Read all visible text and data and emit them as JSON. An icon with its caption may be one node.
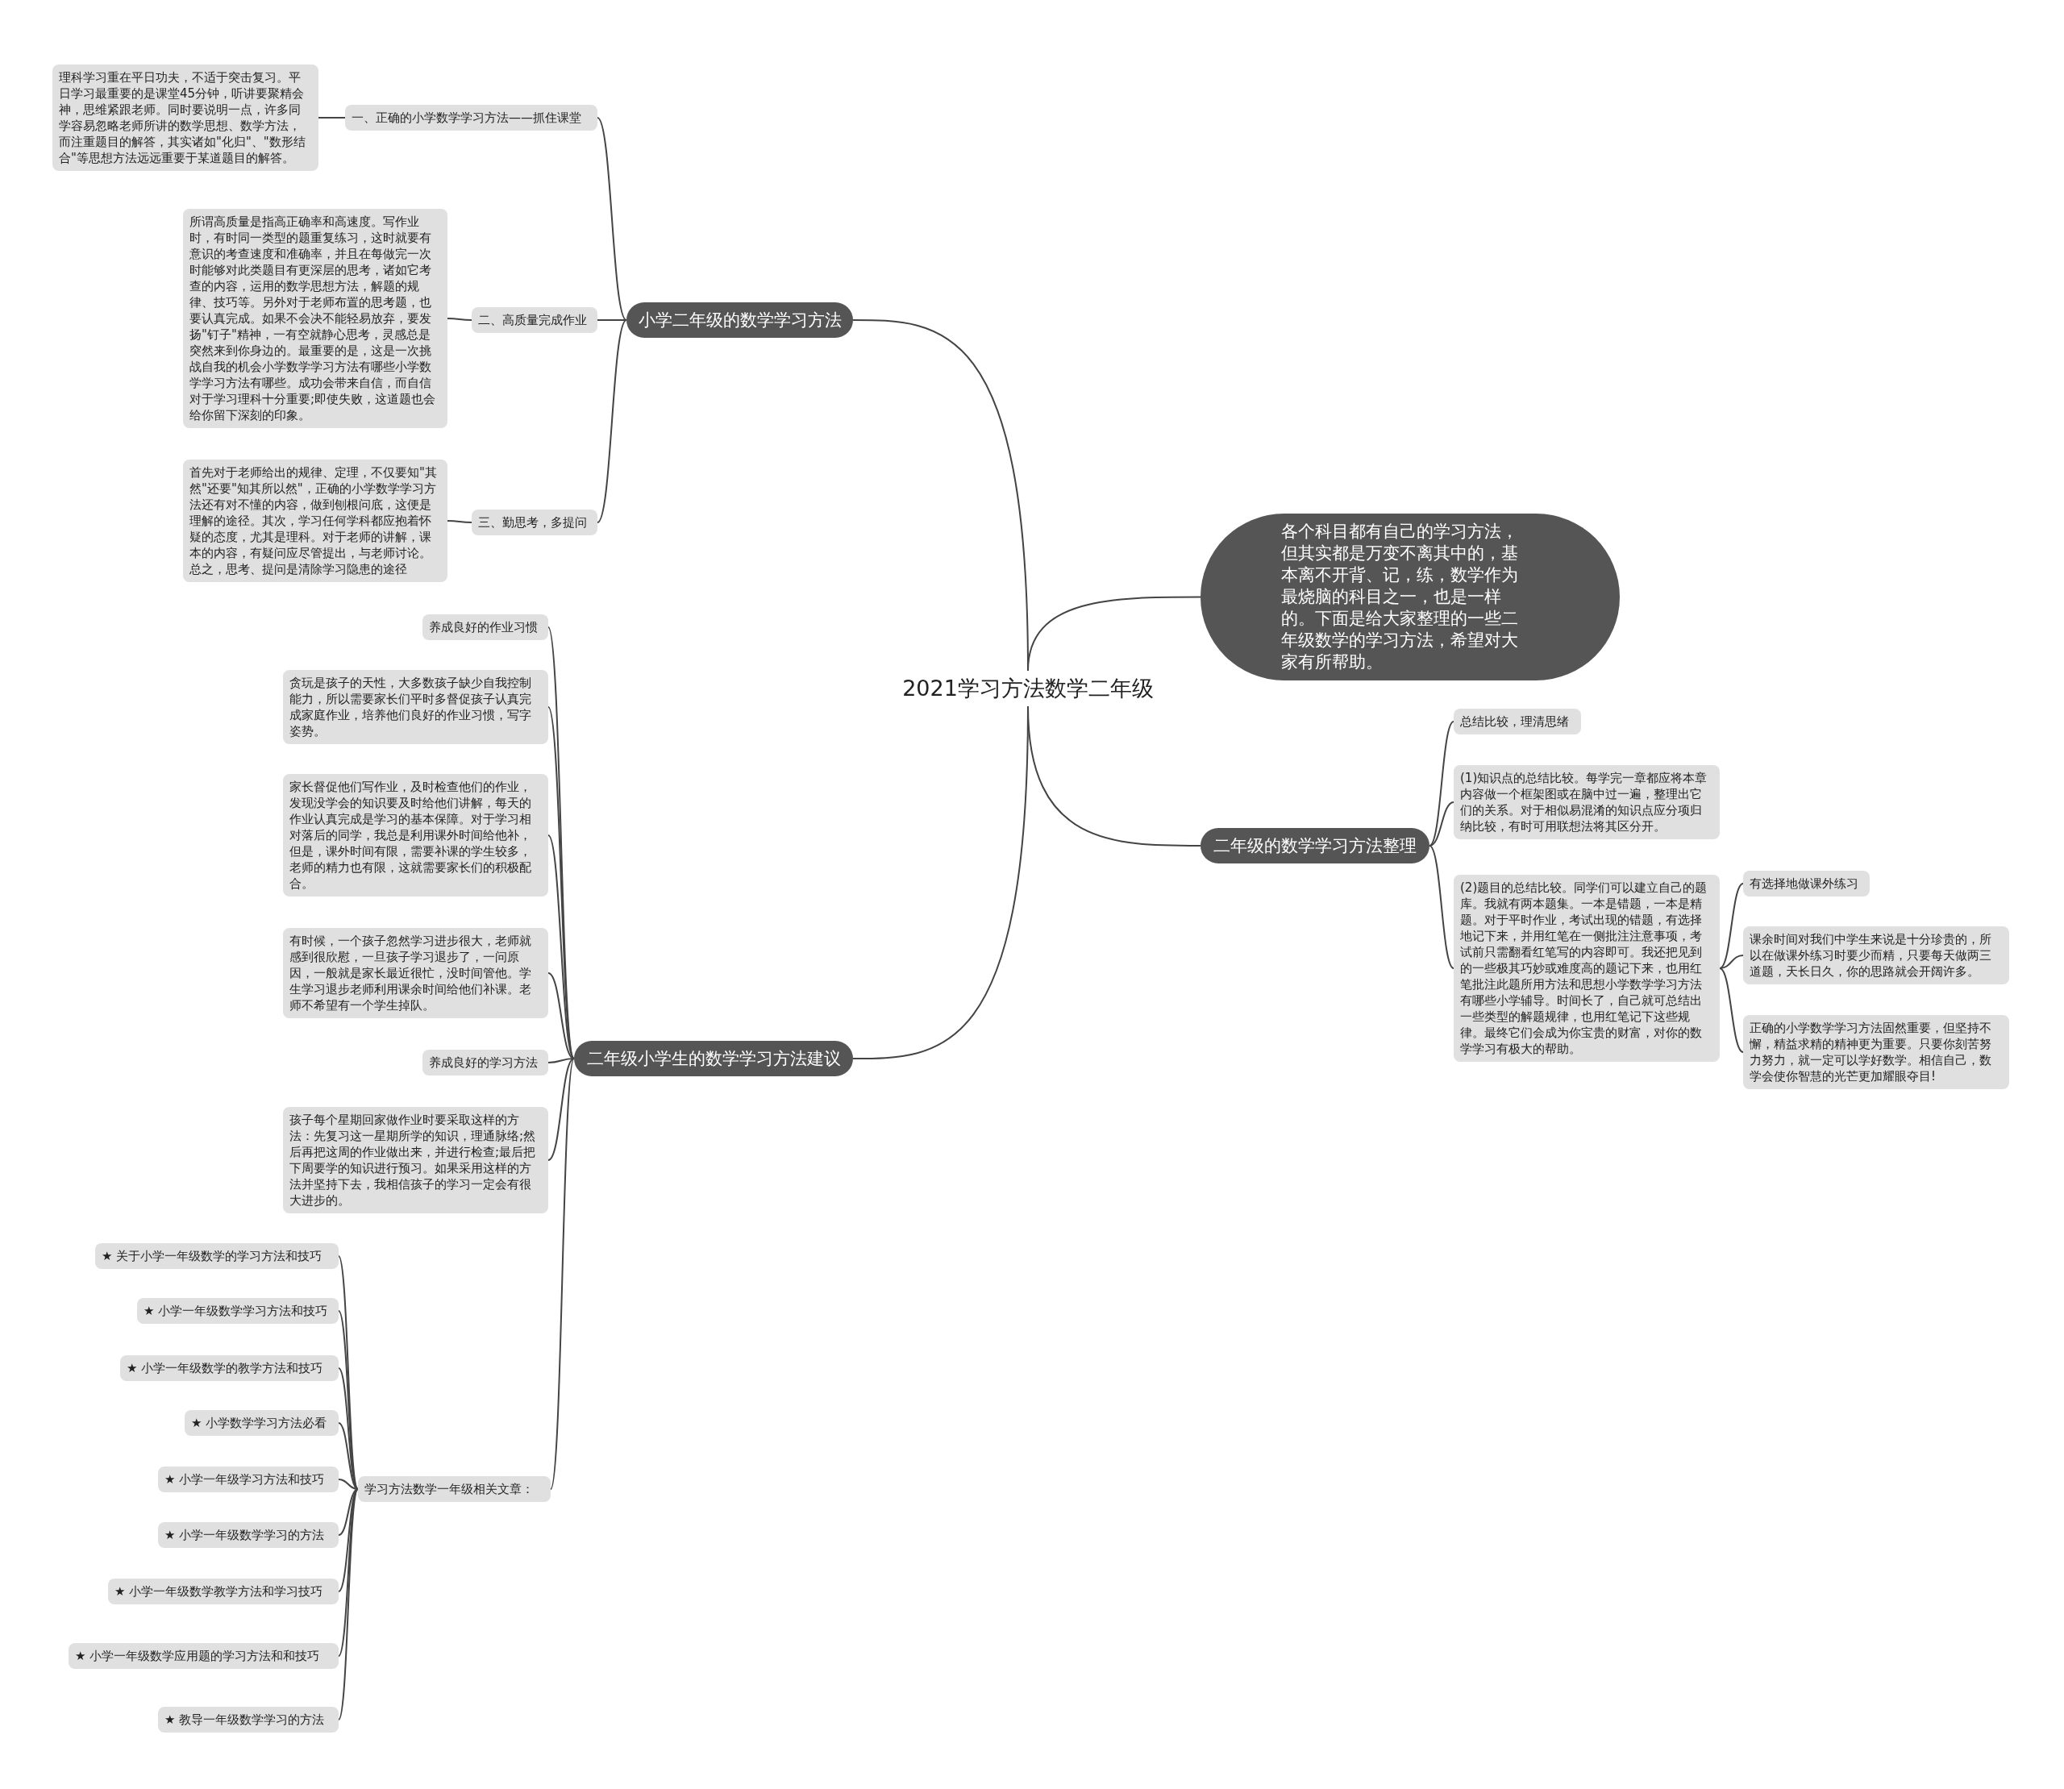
{
  "diagram": {
    "nodes": [
      {
        "text": [
          "2021学习方法数学二年级"
        ]
      },
      {
        "text": [
          "小学二年级的数学学习方法"
        ]
      },
      {
        "text": [
          "一、正确的小学数学学习方法——抓住课堂"
        ]
      },
      {
        "text": [
          "理科学习重在平日功夫，不适于突击复习。平日学习最重要的是课堂45分钟，听讲要聚精会神，思维紧跟老师。同时要说明一点，许多同学容易忽略老师所讲的数学思想、数学方法，而注重题目的解答，其实诸如\"化归\"、\"数形结合\"等思想方法远远重要于某道题目的解答。"
        ]
      },
      {
        "text": [
          "二、高质量完成作业"
        ]
      },
      {
        "text": [
          "所谓高质量是指高正确率和高速度。写作业时，有时同一类型的题重复练习，这时就要有意识的考查速度和准确率，并且在每做完一次时能够对此类题目有更深层的思考，诸如它考查的内容，运用的数学思想方法，解题的规律、技巧等。另外对于老师布置的思考题，也要认真完成。如果不会决不能轻易放弃，要发扬\"钉子\"精神，一有空就静心思考，灵感总是突然来到你身边的。最重要的是，这是一次挑战自我的机会小学数学学习方法有哪些小学数学学习方法有哪些。成功会带来自信，而自信对于学习理科十分重要;即使失败，这道题也会给你留下深刻的印象。"
        ]
      },
      {
        "text": [
          "三、勤思考，多提问"
        ]
      },
      {
        "text": [
          "首先对于老师给出的规律、定理，不仅要知\"其然\"还要\"知其所以然\"，正确的小学数学学习方法还有对不懂的内容，做到刨根问底，这便是理解的途径。其次，学习任何学科都应抱着怀疑的态度，尤其是理科。对于老师的讲解，课本的内容，有疑问应尽管提出，与老师讨论。总之，思考、提问是清除学习隐患的途径"
        ]
      },
      {
        "text": [
          "二年级小学生的数学学习方法建议"
        ]
      },
      {
        "text": [
          "养成良好的作业习惯"
        ]
      },
      {
        "text": [
          "贪玩是孩子的天性，大多数孩子缺少自我控制能力，所以需要家长们平时多督促孩子认真完成家庭作业，培养他们良好的作业习惯，写字姿势。"
        ]
      },
      {
        "text": [
          "家长督促他们写作业，及时检查他们的作业，发现没学会的知识要及时给他们讲解，每天的作业认真完成是学习的基本保障。对于学习相对落后的同学，我总是利用课外时间给他补，但是，课外时间有限，需要补课的学生较多，老师的精力也有限，这就需要家长们的积极配合。"
        ]
      },
      {
        "text": [
          "有时候，一个孩子忽然学习进步很大，老师就感到很欣慰，一旦孩子学习退步了，一问原因，一般就是家长最近很忙，没时间管他。学生学习退步老师利用课余时间给他们补课。老师不希望有一个学生掉队。"
        ]
      },
      {
        "text": [
          "养成良好的学习方法"
        ]
      },
      {
        "text": [
          "孩子每个星期回家做作业时要采取这样的方法：先复习这一星期所学的知识，理通脉络;然后再把这周的作业做出来，并进行检查;最后把下周要学的知识进行预习。如果采用这样的方法并坚持下去，我相信孩子的学习一定会有很大进步的。"
        ]
      },
      {
        "text": [
          "学习方法数学一年级相关文章："
        ]
      },
      {
        "text": [
          "★ 关于小学一年级数学的学习方法和技巧"
        ]
      },
      {
        "text": [
          "★ 小学一年级数学学习方法和技巧"
        ]
      },
      {
        "text": [
          "★ 小学一年级数学的教学方法和技巧"
        ]
      },
      {
        "text": [
          "★ 小学数学学习方法必看"
        ]
      },
      {
        "text": [
          "★ 小学一年级学习方法和技巧"
        ]
      },
      {
        "text": [
          "★ 小学一年级数学学习的方法"
        ]
      },
      {
        "text": [
          "★ 小学一年级数学教学方法和学习技巧"
        ]
      },
      {
        "text": [
          "★ 小学一年级数学应用题的学习方法和和技巧"
        ]
      },
      {
        "text": [
          "★ 教导一年级数学学习的方法"
        ]
      },
      {
        "text": [
          "各个科目都有自己的学习方法，但其实都是万变不离其中的，基本离不开背、记，练，数学作为最烧脑的科目之一，也是一样的。下面是给大家整理的一些二年级数学的学习方法，希望对大家有所帮助。"
        ]
      },
      {
        "text": [
          "二年级的数学学习方法整理"
        ]
      },
      {
        "text": [
          "总结比较，理清思绪"
        ]
      },
      {
        "text": [
          "(1)知识点的总结比较。每学完一章都应将本章内容做一个框架图或在脑中过一遍，整理出它们的关系。对于相似易混淆的知识点应分项归纳比较，有时可用联想法将其区分开。"
        ]
      },
      {
        "text": [
          "(2)题目的总结比较。同学们可以建立自己的题库。我就有两本题集。一本是错题，一本是精题。对于平时作业，考试出现的错题，有选择地记下来，并用红笔在一侧批注注意事项，考试前只需翻看红笔写的内容即可。我还把见到的一些极其巧妙或难度高的题记下来，也用红笔批注此题所用方法和思想小学数学学习方法有哪些小学辅导。时间长了，自己就可总结出一些类型的解题规律，也用红笔记下这些规律。最终它们会成为你宝贵的财富，对你的数学学习有极大的帮助。"
        ]
      },
      {
        "text": [
          "有选择地做课外练习"
        ]
      },
      {
        "text": [
          "课余时间对我们中学生来说是十分珍贵的，所以在做课外练习时要少而精，只要每天做两三道题，天长日久，你的思路就会开阔许多。"
        ]
      },
      {
        "text": [
          "正确的小学数学学习方法固然重要，但坚持不懈，精益求精的精神更为重要。只要你刻苦努力努力，就一定可以学好数学。相信自己，数学会使你智慧的光芒更加耀眼夺目!"
        ]
      }
    ],
    "edges": [
      {
        "from": 0,
        "to": 1,
        "arrow": "none"
      },
      {
        "from": 1,
        "to": 2,
        "arrow": "none"
      },
      {
        "from": 2,
        "to": 3,
        "arrow": "none"
      },
      {
        "from": 1,
        "to": 4,
        "arrow": "none"
      },
      {
        "from": 4,
        "to": 5,
        "arrow": "none"
      },
      {
        "from": 1,
        "to": 6,
        "arrow": "none"
      },
      {
        "from": 6,
        "to": 7,
        "arrow": "none"
      },
      {
        "from": 0,
        "to": 8,
        "arrow": "none"
      },
      {
        "from": 8,
        "to": 9,
        "arrow": "none"
      },
      {
        "from": 8,
        "to": 10,
        "arrow": "none"
      },
      {
        "from": 8,
        "to": 11,
        "arrow": "none"
      },
      {
        "from": 8,
        "to": 12,
        "arrow": "none"
      },
      {
        "from": 8,
        "to": 13,
        "arrow": "none"
      },
      {
        "from": 8,
        "to": 14,
        "arrow": "none"
      },
      {
        "from": 8,
        "to": 15,
        "arrow": "none"
      },
      {
        "from": 15,
        "to": 16,
        "arrow": "none"
      },
      {
        "from": 15,
        "to": 17,
        "arrow": "none"
      },
      {
        "from": 15,
        "to": 18,
        "arrow": "none"
      },
      {
        "from": 15,
        "to": 19,
        "arrow": "none"
      },
      {
        "from": 15,
        "to": 20,
        "arrow": "none"
      },
      {
        "from": 15,
        "to": 21,
        "arrow": "none"
      },
      {
        "from": 15,
        "to": 22,
        "arrow": "none"
      },
      {
        "from": 15,
        "to": 23,
        "arrow": "none"
      },
      {
        "from": 15,
        "to": 24,
        "arrow": "none"
      },
      {
        "from": 0,
        "to": 25,
        "arrow": "none"
      },
      {
        "from": 0,
        "to": 26,
        "arrow": "none"
      },
      {
        "from": 26,
        "to": 27,
        "arrow": "none"
      },
      {
        "from": 26,
        "to": 28,
        "arrow": "none"
      },
      {
        "from": 26,
        "to": 29,
        "arrow": "none"
      },
      {
        "from": 29,
        "to": 30,
        "arrow": "none"
      },
      {
        "from": 29,
        "to": 31,
        "arrow": "none"
      },
      {
        "from": 29,
        "to": 32,
        "arrow": "none"
      }
    ]
  }
}
